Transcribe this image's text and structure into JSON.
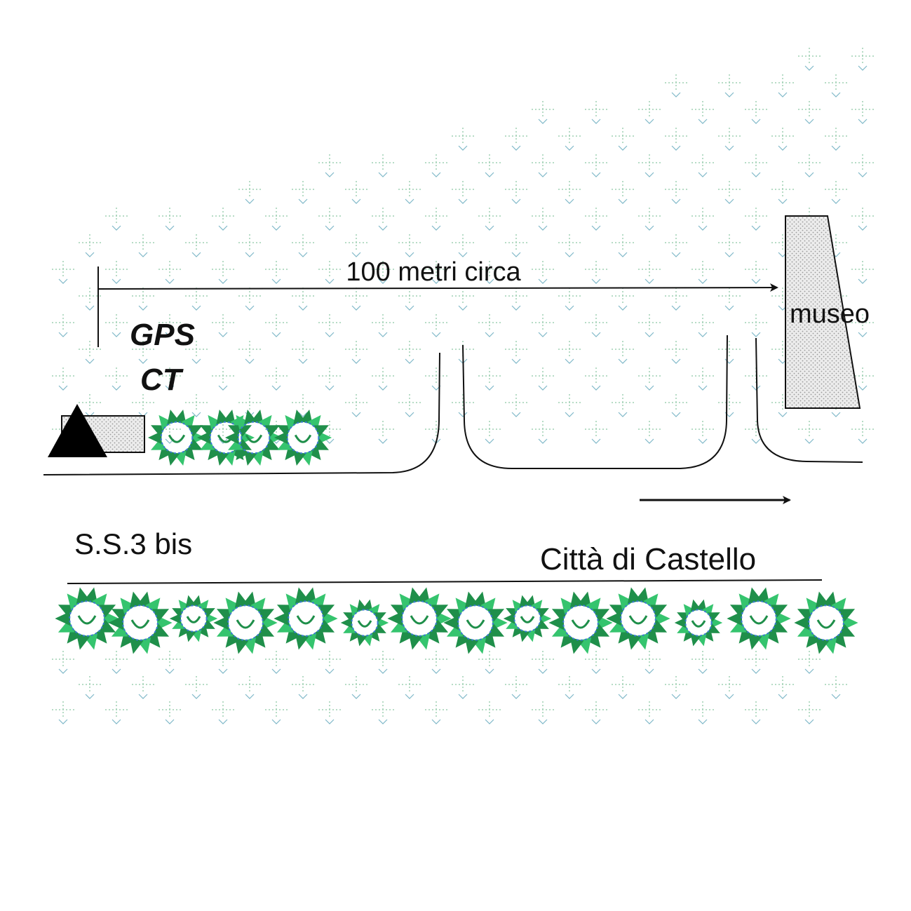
{
  "labels": {
    "distance": "100 metri circa",
    "museum": "museo",
    "gps_line1": "GPS",
    "gps_line2": "CT",
    "road": "S.S.3 bis",
    "direction": "Città di Castello"
  },
  "colors": {
    "ink": "#111111",
    "vegetation": "#9fd0b4",
    "bush_dark": "#1f8f4a",
    "bush_light": "#35c46e",
    "bush_blue": "#3a7ad0",
    "building_fill": "#d4d4d4",
    "marker": "#000000"
  },
  "icons": {
    "gps_marker": "triangle-marker-icon",
    "bush": "bush-icon",
    "arrow": "arrow-right-icon"
  }
}
